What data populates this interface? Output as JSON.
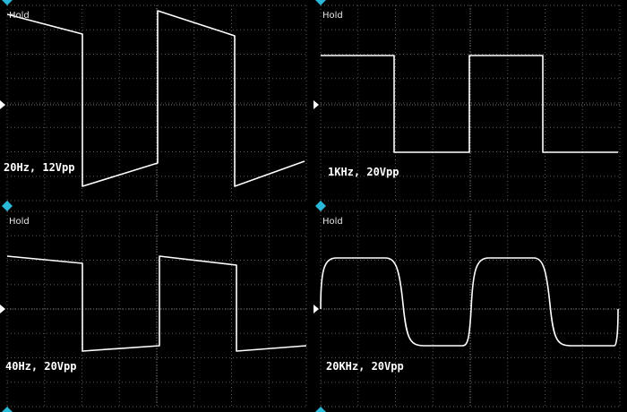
{
  "status_label": "Hold",
  "colors": {
    "background": "#000000",
    "grid": "#5a5a5a",
    "trace": "#ffffff",
    "marker": "#2ab8d8"
  },
  "chart_data": [
    {
      "type": "line",
      "id": "p20hz",
      "caption": "20Hz, 12Vpp",
      "shape": "tilt",
      "x": [
        0,
        1.05,
        2.1
      ],
      "ylim": [
        -1,
        1
      ]
    },
    {
      "type": "line",
      "id": "p1khz",
      "caption": "1KHz, 20Vpp",
      "shape": "square",
      "x": [
        0,
        1,
        2
      ],
      "ylim": [
        -1,
        1
      ]
    },
    {
      "type": "line",
      "id": "p40hz",
      "caption": "40Hz, 20Vpp",
      "shape": "tilt",
      "x": [
        0,
        1,
        2
      ],
      "ylim": [
        -1,
        1
      ]
    },
    {
      "type": "line",
      "id": "p20khz",
      "caption": "20KHz, 20Vpp",
      "shape": "rounded",
      "x": [
        0,
        1,
        2
      ],
      "ylim": [
        -1,
        1
      ]
    }
  ]
}
